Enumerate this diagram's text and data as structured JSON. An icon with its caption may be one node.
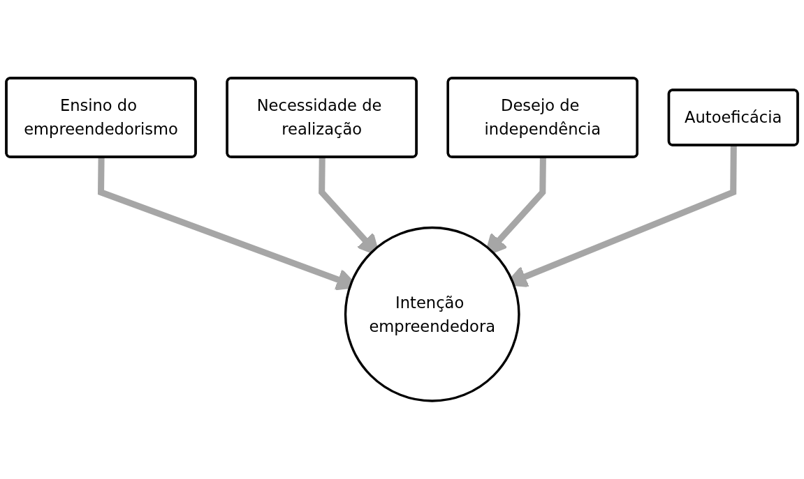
{
  "diagram": {
    "nodes": [
      {
        "text": [
          "Necessidade de realização"
        ]
      },
      {
        "text": [
          "Desejo de independência"
        ]
      },
      {
        "text": [
          "Ensino do empreendedorismo"
        ]
      },
      {
        "text": [
          "Autoeficácia"
        ]
      },
      {
        "text": [
          "Intenção empreendedora"
        ]
      }
    ],
    "edges": [
      {
        "from": 2,
        "to": 4,
        "arrow": "to"
      },
      {
        "from": 0,
        "to": 4,
        "arrow": "to"
      },
      {
        "from": 1,
        "to": 4,
        "arrow": "to"
      },
      {
        "from": 3,
        "to": 4,
        "arrow": "to"
      }
    ]
  }
}
